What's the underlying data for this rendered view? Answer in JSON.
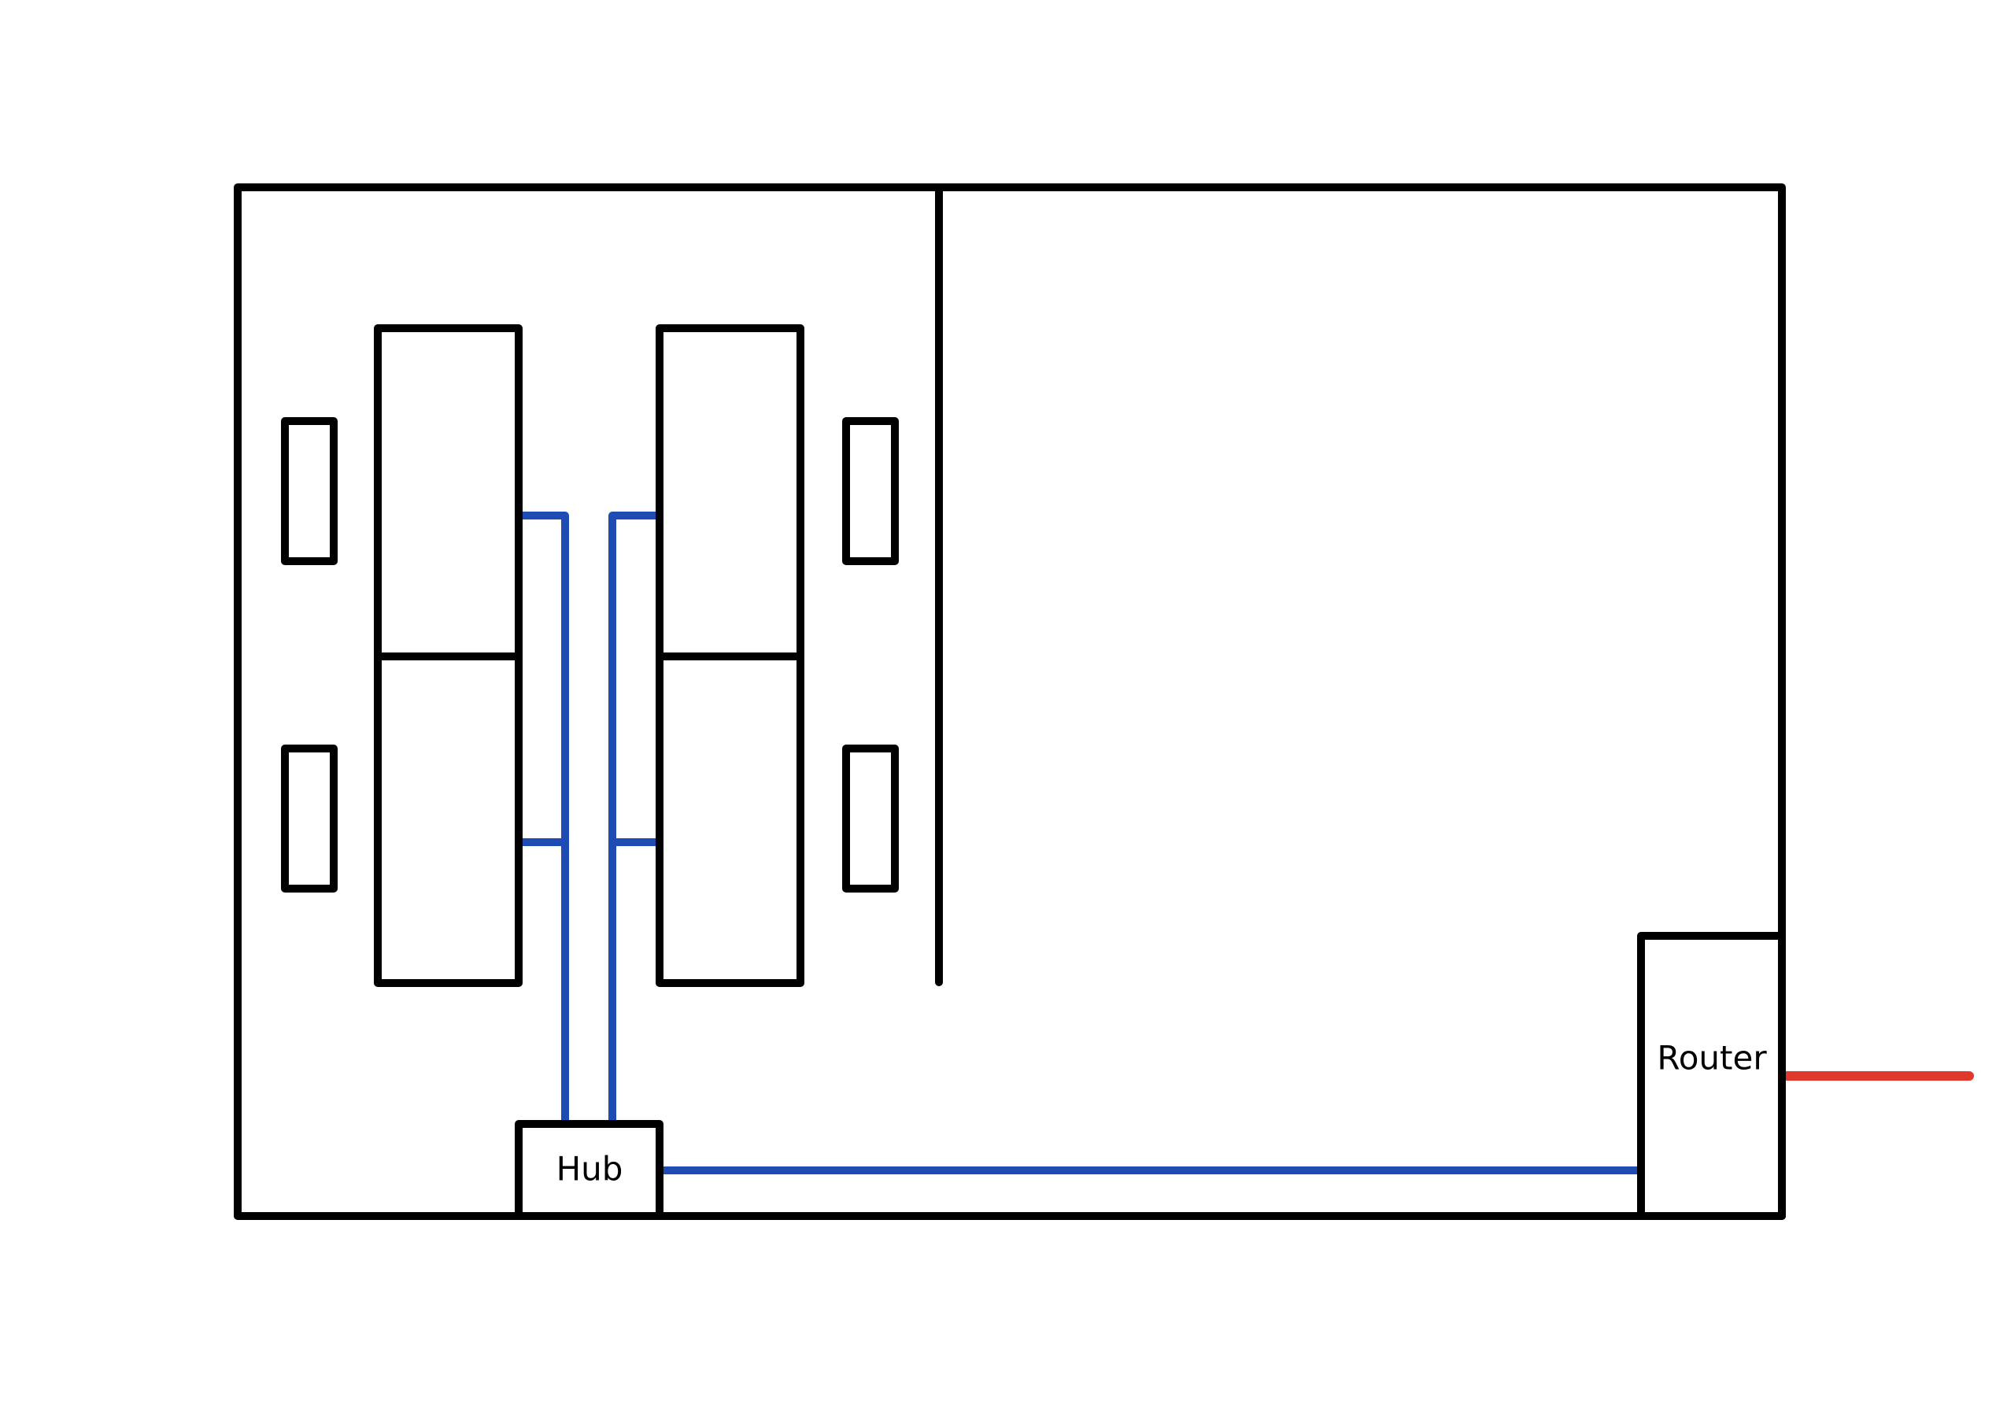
{
  "diagram": {
    "devices": {
      "hub": {
        "label": "Hub"
      },
      "router": {
        "label": "Router"
      }
    },
    "colors": {
      "walls": "#000000",
      "lan_cable": "#1f4bb5",
      "internet_uplink": "#e0392b",
      "background": "#ffffff"
    },
    "icons": {
      "desks": "rectangle",
      "chairs": "rectangle"
    }
  }
}
